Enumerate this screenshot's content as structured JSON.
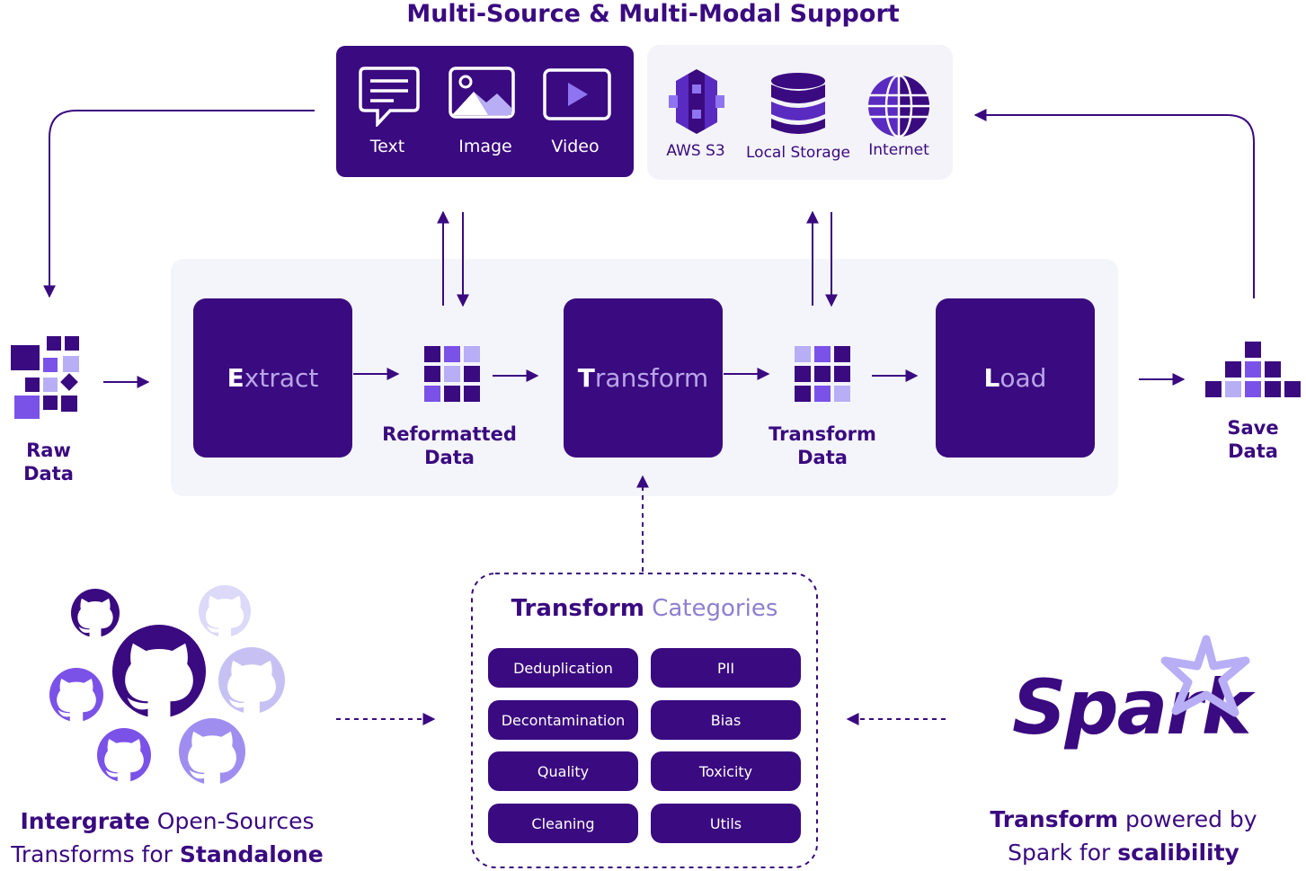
{
  "title": "Multi-Source & Multi-Modal Support",
  "modalities": [
    {
      "label": "Text",
      "icon": "chat-text-icon"
    },
    {
      "label": "Image",
      "icon": "image-icon"
    },
    {
      "label": "Video",
      "icon": "video-play-icon"
    }
  ],
  "sources": [
    {
      "label": "AWS S3",
      "icon": "aws-s3-icon"
    },
    {
      "label": "Local Storage",
      "icon": "database-icon"
    },
    {
      "label": "Internet",
      "icon": "globe-icon"
    }
  ],
  "pipeline": {
    "raw": "Raw Data",
    "extract": {
      "first": "E",
      "rest": "xtract"
    },
    "reformatted": [
      "Reformatted",
      "Data"
    ],
    "transform": {
      "first": "T",
      "rest": "ransform"
    },
    "transformed": [
      "Transform",
      "Data"
    ],
    "load": {
      "first": "L",
      "rest": "oad"
    },
    "save": "Save Data"
  },
  "categories": {
    "title_bold": "Transform",
    "title_light": "Categories",
    "items": [
      "Deduplication",
      "PII",
      "Decontamination",
      "Bias",
      "Quality",
      "Toxicity",
      "Cleaning",
      "Utils"
    ]
  },
  "left_caption": {
    "l1_bold": "Intergrate",
    "l1_rest": " Open-Sources",
    "l2_rest": "Transforms for ",
    "l2_bold": "Standalone"
  },
  "right_caption": {
    "l1_bold": "Transform",
    "l1_rest": " powered by",
    "l2_rest": "Spark for ",
    "l2_bold": "scalibility"
  },
  "spark_logo_text": "Spark",
  "colors": {
    "primary": "#3a0a80",
    "mid": "#7b52e8",
    "light": "#b8aef5",
    "panel": "#f4f5fb"
  }
}
